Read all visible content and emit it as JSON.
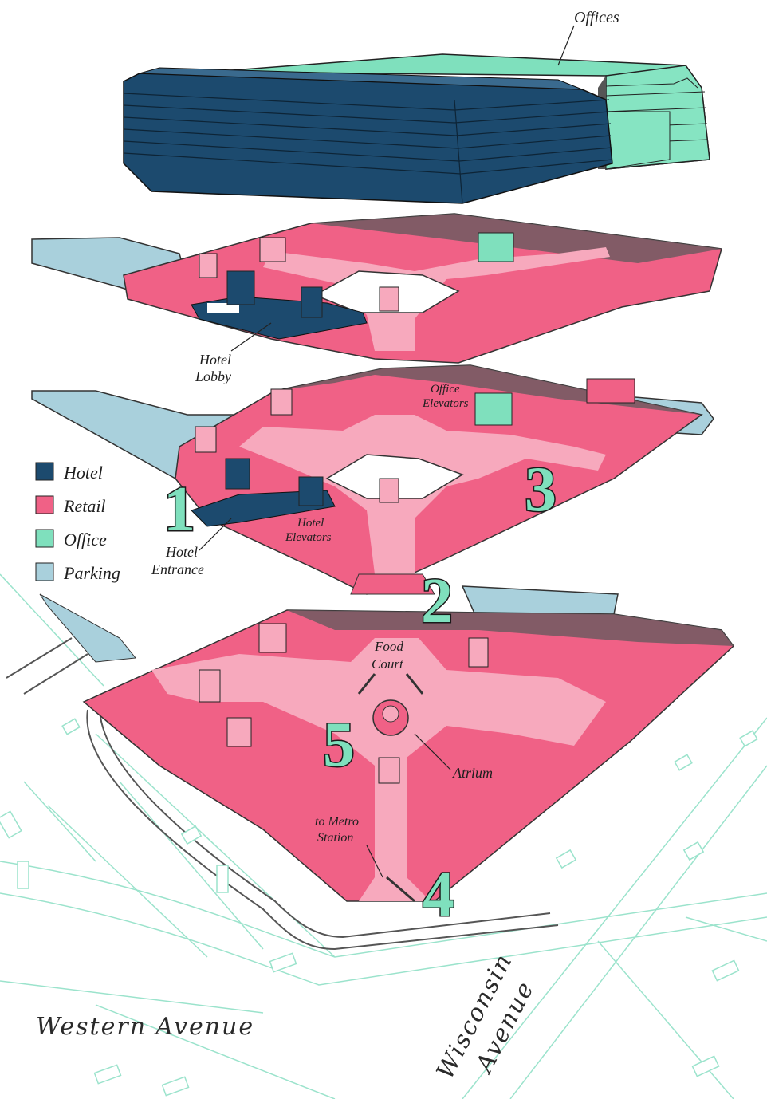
{
  "colors": {
    "hotel": "#1c4a6e",
    "retail": "#f06186",
    "retail_corridor": "#f7a9bd",
    "office": "#7fe0bd",
    "parking": "#a9d0dc",
    "shadow": "#6f5a60",
    "street_lines": "#9be3cc"
  },
  "legend": {
    "items": [
      {
        "label": "Hotel",
        "color": "#1c4a6e"
      },
      {
        "label": "Retail",
        "color": "#f06186"
      },
      {
        "label": "Office",
        "color": "#7fe0bd"
      },
      {
        "label": "Parking",
        "color": "#a9d0dc"
      }
    ]
  },
  "labels": {
    "offices": "Offices",
    "hotel_lobby_1": "Hotel",
    "hotel_lobby_2": "Lobby",
    "office_elevators_1": "Office",
    "office_elevators_2": "Elevators",
    "hotel_elevators_1": "Hotel",
    "hotel_elevators_2": "Elevators",
    "hotel_entrance_1": "Hotel",
    "hotel_entrance_2": "Entrance",
    "food_court_1": "Food",
    "food_court_2": "Court",
    "atrium": "Atrium",
    "metro_1": "to Metro",
    "metro_2": "Station"
  },
  "numbers": {
    "n1": "1",
    "n2": "2",
    "n3": "3",
    "n4": "4",
    "n5": "5"
  },
  "streets": {
    "western": "Western Avenue",
    "wisconsin_1": "Wisconsin",
    "wisconsin_2": "Avenue"
  }
}
